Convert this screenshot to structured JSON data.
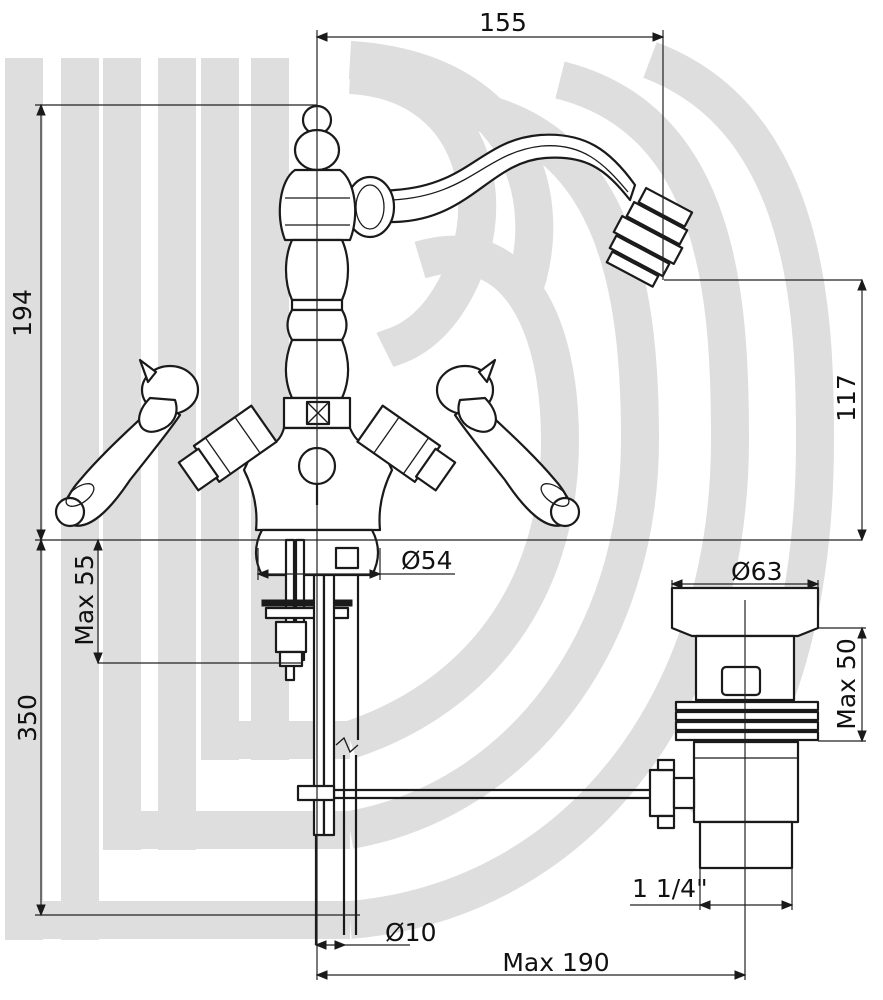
{
  "drawing": {
    "dimensions": {
      "spout_reach": "155",
      "total_height": "194",
      "spout_height": "117",
      "base_diameter": "Ø54",
      "max_deck_thickness": "Max 55",
      "waste_flange_diameter": "Ø63",
      "waste_max_height": "Max 50",
      "below_deck_length": "350",
      "waste_thread": "1 1/4\"",
      "rod_diameter": "Ø10",
      "max_rod_distance": "Max 190"
    }
  }
}
